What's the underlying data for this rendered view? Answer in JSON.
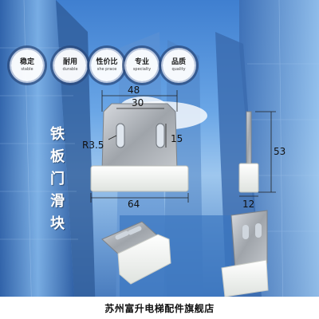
{
  "badges": [
    {
      "title": "稳定",
      "sub": "stable"
    },
    {
      "title": "耐用",
      "sub": "durable"
    },
    {
      "title": "性价比",
      "sub": "she prace"
    },
    {
      "title": "专业",
      "sub": "specialty"
    },
    {
      "title": "品质",
      "sub": "quality"
    }
  ],
  "side_title": [
    "铁",
    "板",
    "门",
    "滑",
    "块"
  ],
  "dimensions": {
    "d48": "48",
    "d30": "30",
    "r35": "R3.5",
    "d15": "15",
    "d64": "64",
    "d53": "53",
    "d12": "12"
  },
  "footer": {
    "text": "苏州富升电梯配件旗舰店"
  },
  "colors": {
    "sky": "#6aa6e6",
    "steel": "#a9adb3",
    "nylon": "#f2f4f2",
    "footer_bg": "#ffffff"
  }
}
